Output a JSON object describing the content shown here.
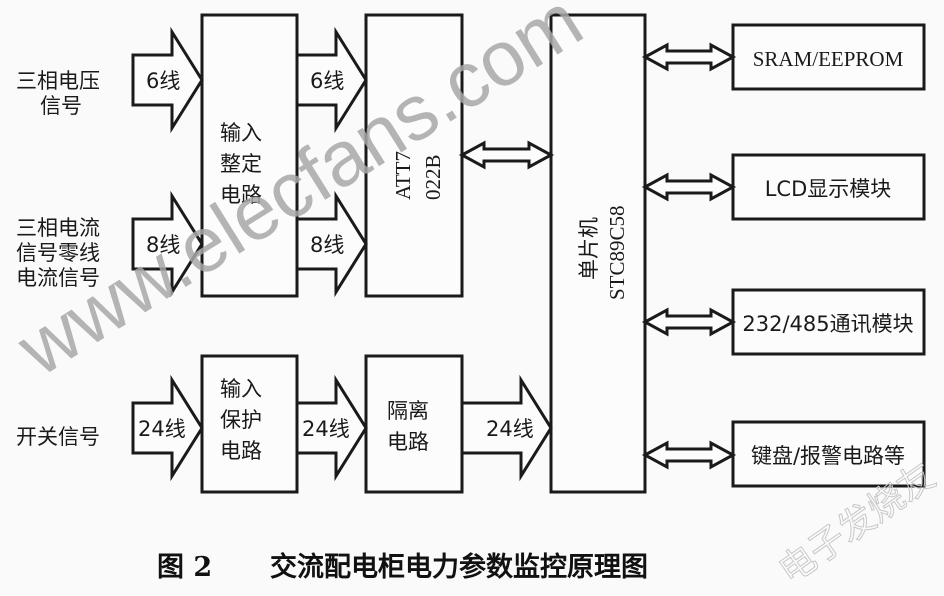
{
  "diagram": {
    "inputs": {
      "voltage": [
        "三相电压",
        "信号"
      ],
      "current": [
        "三相电流",
        "信号零线",
        "电流信号"
      ],
      "switch": "开关信号"
    },
    "arrows": {
      "voltage_in": "6线",
      "voltage_out": "6线",
      "current_in": "8线",
      "current_out": "8线",
      "switch_in": "24线",
      "switch_mid": "24线",
      "switch_out": "24线"
    },
    "blocks": {
      "input_shaping": [
        "输入",
        "整定",
        "电路"
      ],
      "att": [
        "ATT7",
        "022B"
      ],
      "input_protect": [
        "输入",
        "保护",
        "电路"
      ],
      "isolation": [
        "隔离",
        "电路"
      ],
      "mcu": [
        "单片机",
        "STC89C58"
      ]
    },
    "peripherals": [
      "SRAM/EEPROM",
      "LCD显示模块",
      "232/485通讯模块",
      "键盘/报警电路等"
    ],
    "caption": {
      "number": "图 2",
      "title": "交流配电柜电力参数监控原理图"
    },
    "watermarks": {
      "site": "www.elecfans.com",
      "brand": "电子发烧友"
    }
  }
}
